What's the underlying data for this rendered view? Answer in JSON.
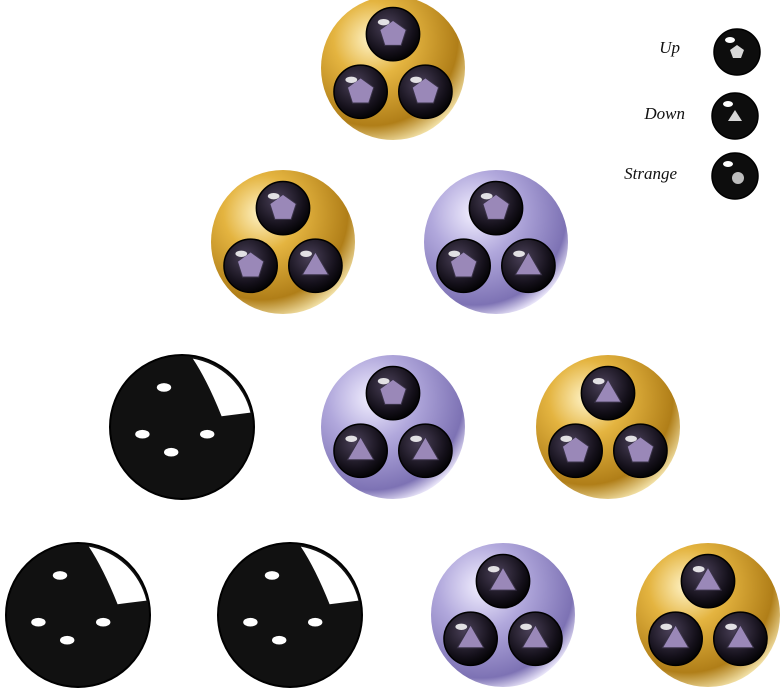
{
  "legend": {
    "items": [
      {
        "label": "Up",
        "glyph": "pentagon"
      },
      {
        "label": "Down",
        "glyph": "triangle"
      },
      {
        "label": "Strange",
        "glyph": "blob"
      }
    ]
  },
  "colors": {
    "gold": "#d9a52e",
    "lavender": "#a79cd6",
    "dark": "#111111",
    "quark_inner": "#9a88b8"
  },
  "particles": [
    {
      "kind": "gold",
      "quarks": [
        "pentagon",
        "pentagon",
        "pentagon"
      ]
    },
    {
      "kind": "gold",
      "quarks": [
        "pentagon",
        "pentagon",
        "triangle"
      ]
    },
    {
      "kind": "lavender",
      "quarks": [
        "pentagon",
        "pentagon",
        "triangle"
      ]
    },
    {
      "kind": "dark",
      "quarks": []
    },
    {
      "kind": "lavender",
      "quarks": [
        "pentagon",
        "triangle",
        "triangle"
      ]
    },
    {
      "kind": "gold",
      "quarks": [
        "triangle",
        "pentagon",
        "pentagon"
      ]
    },
    {
      "kind": "dark",
      "quarks": []
    },
    {
      "kind": "dark",
      "quarks": []
    },
    {
      "kind": "lavender",
      "quarks": [
        "triangle",
        "triangle",
        "triangle"
      ]
    },
    {
      "kind": "gold",
      "quarks": [
        "triangle",
        "triangle",
        "triangle"
      ]
    }
  ]
}
